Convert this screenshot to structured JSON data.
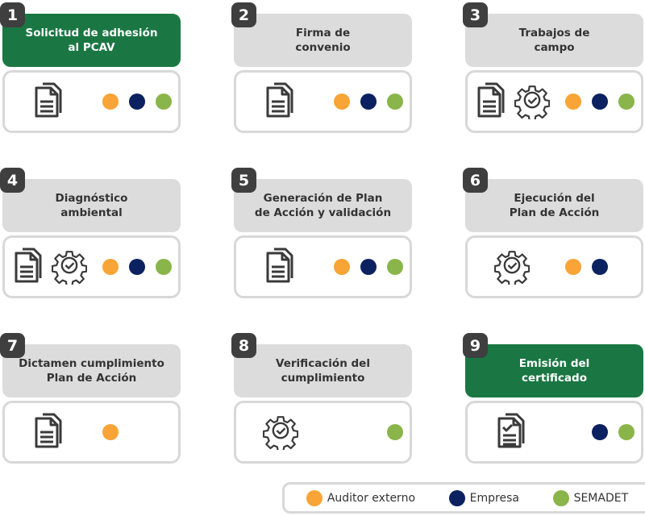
{
  "colors": {
    "auditor": "#f9a436",
    "empresa": "#0b2160",
    "semadet": "#8ab54a",
    "green_header": "#1a7743"
  },
  "steps": [
    {
      "number": "1",
      "title": [
        "Solicitud de adhesión",
        "al PCAV"
      ],
      "highlight": true,
      "icons": [
        "document-icon"
      ],
      "roles": [
        true,
        true,
        true
      ]
    },
    {
      "number": "2",
      "title": [
        "Firma de",
        "convenio"
      ],
      "highlight": false,
      "icons": [
        "document-icon"
      ],
      "roles": [
        true,
        true,
        true
      ]
    },
    {
      "number": "3",
      "title": [
        "Trabajos de",
        "campo"
      ],
      "highlight": false,
      "icons": [
        "document-icon",
        "gear-check-icon"
      ],
      "roles": [
        true,
        true,
        true
      ]
    },
    {
      "number": "4",
      "title": [
        "Diagnóstico",
        "ambiental"
      ],
      "highlight": false,
      "icons": [
        "document-icon",
        "gear-check-icon"
      ],
      "roles": [
        true,
        true,
        true
      ]
    },
    {
      "number": "5",
      "title": [
        "Generación de Plan",
        "de Acción y validación"
      ],
      "highlight": false,
      "icons": [
        "document-icon"
      ],
      "roles": [
        true,
        true,
        true
      ]
    },
    {
      "number": "6",
      "title": [
        "Ejecución del",
        "Plan de Acción"
      ],
      "highlight": false,
      "icons": [
        "gear-check-icon"
      ],
      "roles": [
        true,
        true,
        false
      ]
    },
    {
      "number": "7",
      "title": [
        "Dictamen cumplimiento",
        "Plan de Acción"
      ],
      "highlight": false,
      "icons": [
        "document-icon"
      ],
      "roles": [
        true,
        false,
        false
      ]
    },
    {
      "number": "8",
      "title": [
        "Verificación del",
        "cumplimiento"
      ],
      "highlight": false,
      "icons": [
        "gear-check-icon"
      ],
      "roles": [
        false,
        false,
        true
      ]
    },
    {
      "number": "9",
      "title": [
        "Emisión del",
        "certificado"
      ],
      "highlight": true,
      "icons": [
        "document-check-icon"
      ],
      "roles": [
        false,
        true,
        true
      ]
    }
  ],
  "legend": [
    {
      "label": "Auditor externo",
      "role": "auditor"
    },
    {
      "label": "Empresa",
      "role": "empresa"
    },
    {
      "label": "SEMADET",
      "role": "semadet"
    }
  ]
}
